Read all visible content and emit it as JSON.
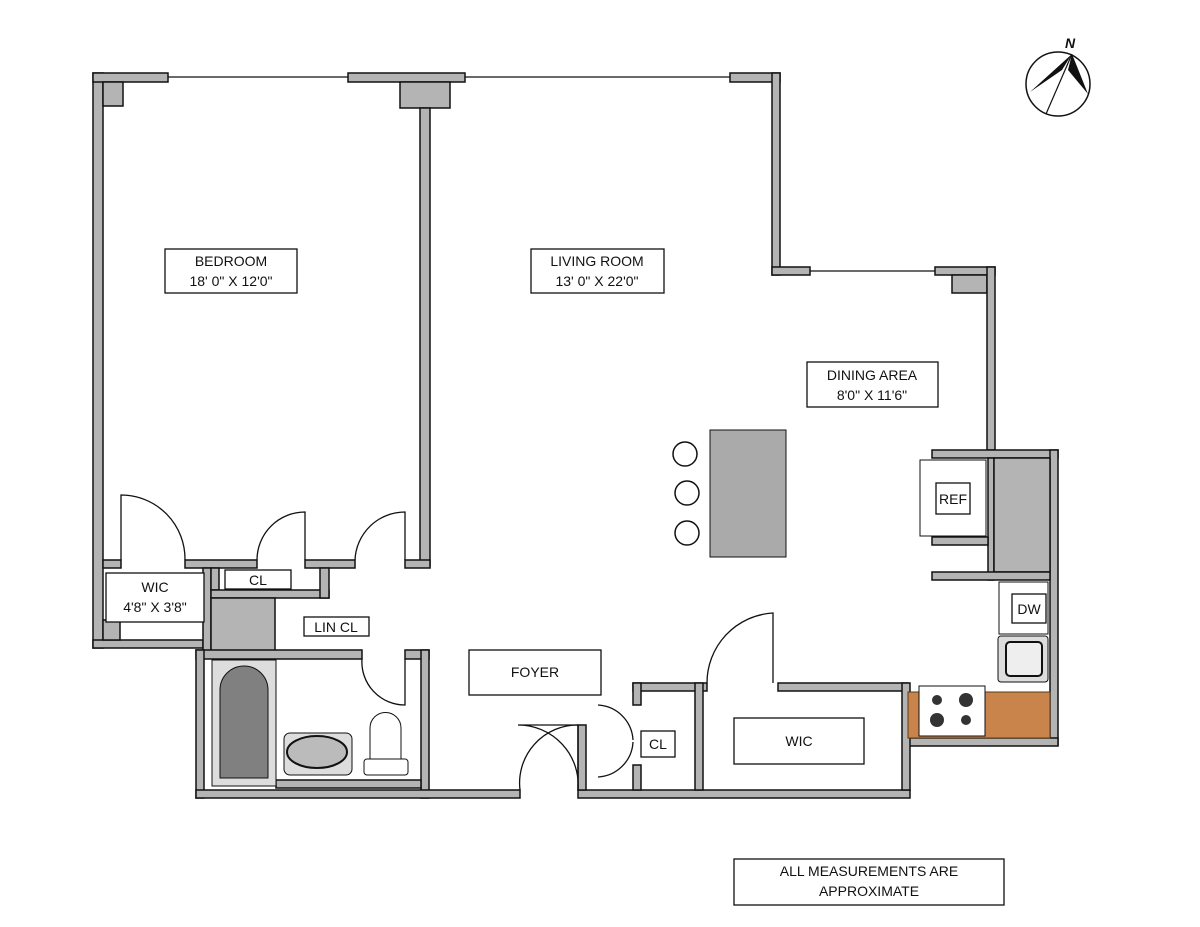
{
  "rooms": {
    "bedroom": {
      "name": "BEDROOM",
      "size": "18' 0\" X 12'0\""
    },
    "living_room": {
      "name": "LIVING ROOM",
      "size": "13' 0\" X 22'0\""
    },
    "dining_area": {
      "name": "DINING AREA",
      "size": "8'0\" X 11'6\""
    },
    "wic_bedroom": {
      "name": "WIC",
      "size": "4'8\" X 3'8\""
    },
    "closet_bedroom": {
      "name": "CL"
    },
    "linen_closet": {
      "name": "LIN CL"
    },
    "foyer": {
      "name": "FOYER"
    },
    "closet_foyer": {
      "name": "CL"
    },
    "wic_foyer": {
      "name": "WIC"
    }
  },
  "appliances": {
    "refrigerator": "REF",
    "dishwasher": "DW"
  },
  "compass": {
    "label": "N"
  },
  "note": {
    "line1": "ALL MEASUREMENTS ARE",
    "line2": "APPROXIMATE"
  },
  "colors": {
    "wall": "#b4b4b4",
    "counter": "#c8844a",
    "tub": "#808080"
  }
}
